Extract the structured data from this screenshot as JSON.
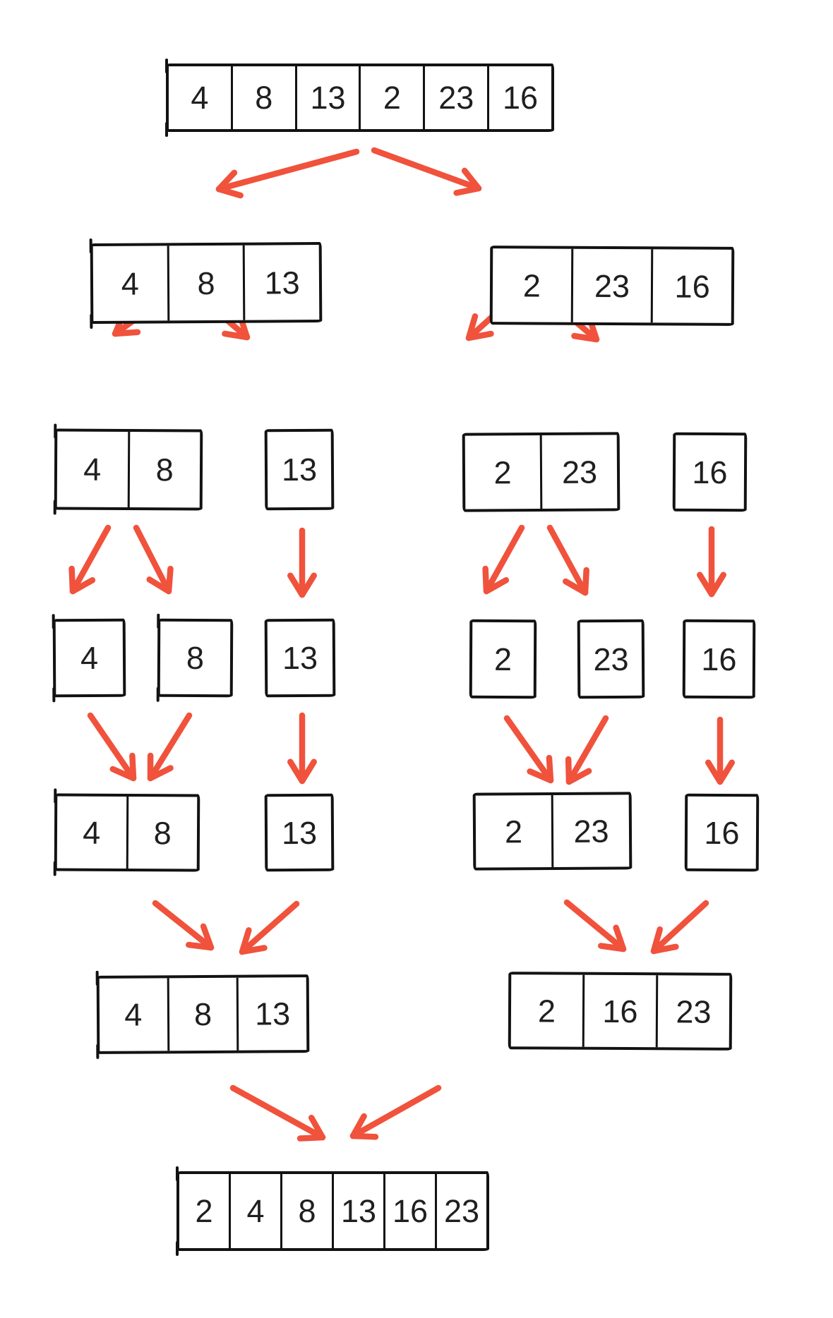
{
  "colors": {
    "arrow": "#F0523C",
    "box_border": "#121212",
    "number": "#1F1F1F",
    "background": "#FFFFFF"
  },
  "arrays": {
    "L1": {
      "values": [
        "4",
        "8",
        "13",
        "2",
        "23",
        "16"
      ]
    },
    "L2a": {
      "values": [
        "4",
        "8",
        "13"
      ]
    },
    "L2b": {
      "values": [
        "2",
        "23",
        "16"
      ]
    },
    "L3a": {
      "values": [
        "4",
        "8"
      ]
    },
    "L3b": {
      "values": [
        "13"
      ]
    },
    "L3c": {
      "values": [
        "2",
        "23"
      ]
    },
    "L3d": {
      "values": [
        "16"
      ]
    },
    "L4a": {
      "values": [
        "4"
      ]
    },
    "L4b": {
      "values": [
        "8"
      ]
    },
    "L4c": {
      "values": [
        "13"
      ]
    },
    "L4d": {
      "values": [
        "2"
      ]
    },
    "L4e": {
      "values": [
        "23"
      ]
    },
    "L4f": {
      "values": [
        "16"
      ]
    },
    "L5a": {
      "values": [
        "4",
        "8"
      ]
    },
    "L5b": {
      "values": [
        "13"
      ]
    },
    "L5c": {
      "values": [
        "2",
        "23"
      ]
    },
    "L5d": {
      "values": [
        "16"
      ]
    },
    "L6a": {
      "values": [
        "4",
        "8",
        "13"
      ]
    },
    "L6b": {
      "values": [
        "2",
        "16",
        "23"
      ]
    },
    "L7": {
      "values": [
        "2",
        "4",
        "8",
        "13",
        "16",
        "23"
      ]
    }
  },
  "edges": [
    {
      "from": "L1",
      "to": "L2a",
      "kind": "split"
    },
    {
      "from": "L1",
      "to": "L2b",
      "kind": "split"
    },
    {
      "from": "L2a",
      "to": "L3a",
      "kind": "split"
    },
    {
      "from": "L2a",
      "to": "L3b",
      "kind": "split"
    },
    {
      "from": "L2b",
      "to": "L3c",
      "kind": "split"
    },
    {
      "from": "L2b",
      "to": "L3d",
      "kind": "split"
    },
    {
      "from": "L3a",
      "to": "L4a",
      "kind": "split"
    },
    {
      "from": "L3a",
      "to": "L4b",
      "kind": "split"
    },
    {
      "from": "L3b",
      "to": "L4c",
      "kind": "copy"
    },
    {
      "from": "L3c",
      "to": "L4d",
      "kind": "split"
    },
    {
      "from": "L3c",
      "to": "L4e",
      "kind": "split"
    },
    {
      "from": "L3d",
      "to": "L4f",
      "kind": "copy"
    },
    {
      "from": "L4a",
      "to": "L5a",
      "kind": "merge"
    },
    {
      "from": "L4b",
      "to": "L5a",
      "kind": "merge"
    },
    {
      "from": "L4c",
      "to": "L5b",
      "kind": "copy"
    },
    {
      "from": "L4d",
      "to": "L5c",
      "kind": "merge"
    },
    {
      "from": "L4e",
      "to": "L5c",
      "kind": "merge"
    },
    {
      "from": "L4f",
      "to": "L5d",
      "kind": "copy"
    },
    {
      "from": "L5a",
      "to": "L6a",
      "kind": "merge"
    },
    {
      "from": "L5b",
      "to": "L6a",
      "kind": "merge"
    },
    {
      "from": "L5c",
      "to": "L6b",
      "kind": "merge"
    },
    {
      "from": "L5d",
      "to": "L6b",
      "kind": "merge"
    },
    {
      "from": "L6a",
      "to": "L7",
      "kind": "merge"
    },
    {
      "from": "L6b",
      "to": "L7",
      "kind": "merge"
    }
  ]
}
